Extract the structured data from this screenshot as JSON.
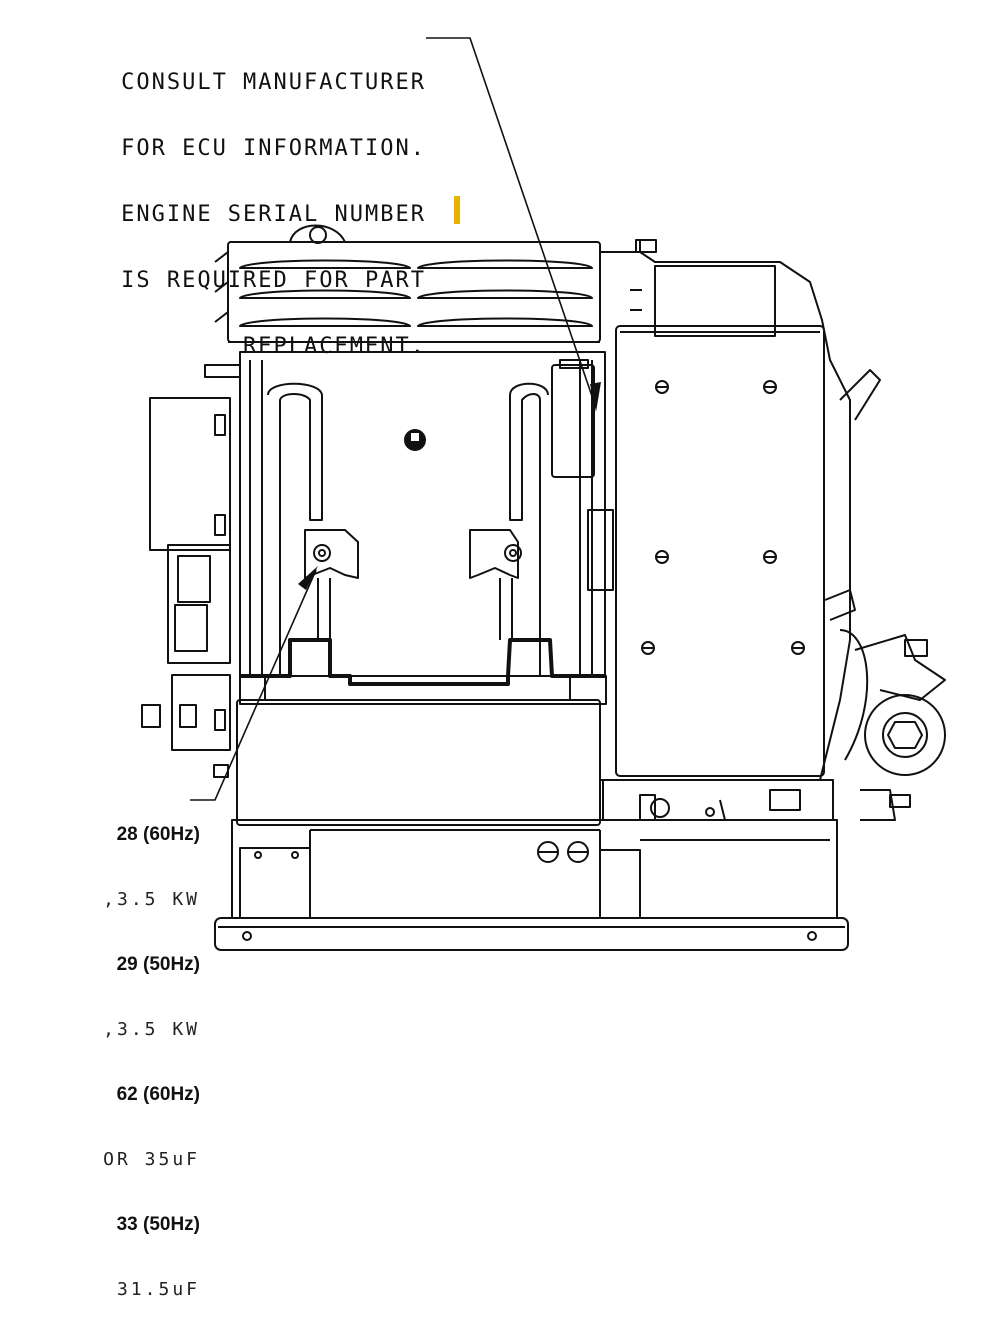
{
  "note": {
    "lines": [
      "CONSULT MANUFACTURER",
      "FOR ECU INFORMATION.",
      "ENGINE SERIAL NUMBER",
      "IS REQUIRED FOR PART",
      "REPLACEMENT."
    ]
  },
  "callouts": [
    {
      "part": "28 (60Hz)",
      "desc": ",3.5 KW"
    },
    {
      "part": "29 (50Hz)",
      "desc": ",3.5 KW"
    },
    {
      "part": "62 (60Hz)",
      "desc": "OR 35uF"
    },
    {
      "part": "33 (50Hz)",
      "desc": "31.5uF"
    }
  ],
  "colors": {
    "line": "#111111",
    "marker": "#e6b400",
    "background": "#ffffff"
  }
}
